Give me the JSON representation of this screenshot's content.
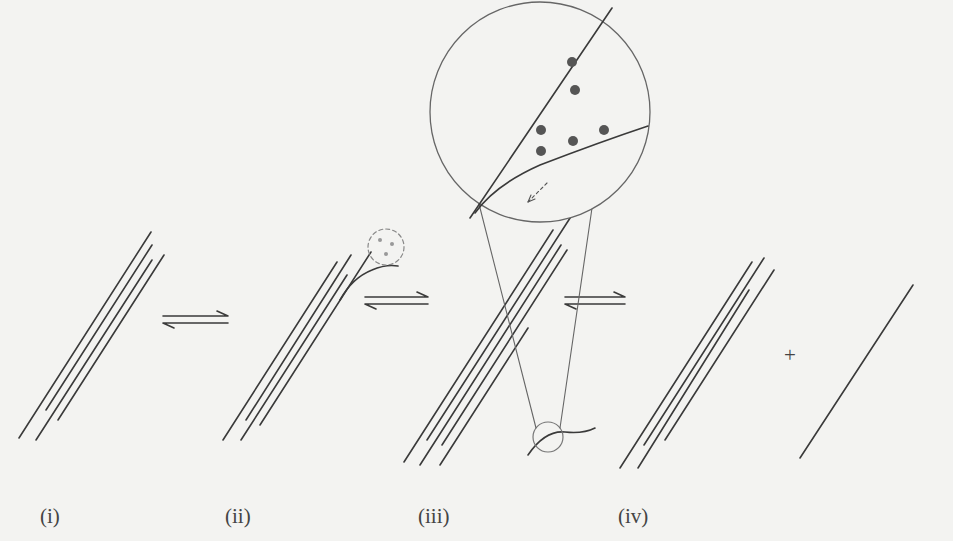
{
  "diagram": {
    "labels": [
      "(i)",
      "(ii)",
      "(iii)",
      "(iv)",
      "+"
    ]
  }
}
